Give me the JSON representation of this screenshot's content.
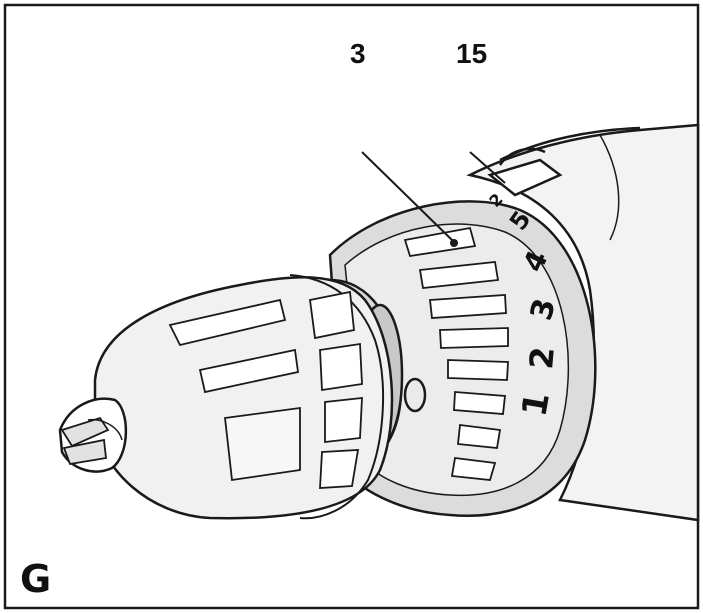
{
  "figure": {
    "callouts": [
      {
        "id": "callout-3",
        "text": "3"
      },
      {
        "id": "callout-15",
        "text": "15"
      }
    ],
    "figure_letter": "G",
    "dial_numbers": [
      "1",
      "2",
      "3",
      "4",
      "5"
    ],
    "dial_extra_mark": "2",
    "colors": {
      "line": "#1a1a1a",
      "paper": "#ffffff",
      "shade": "#e6e6e6",
      "dark": "#cfcfcf"
    }
  }
}
